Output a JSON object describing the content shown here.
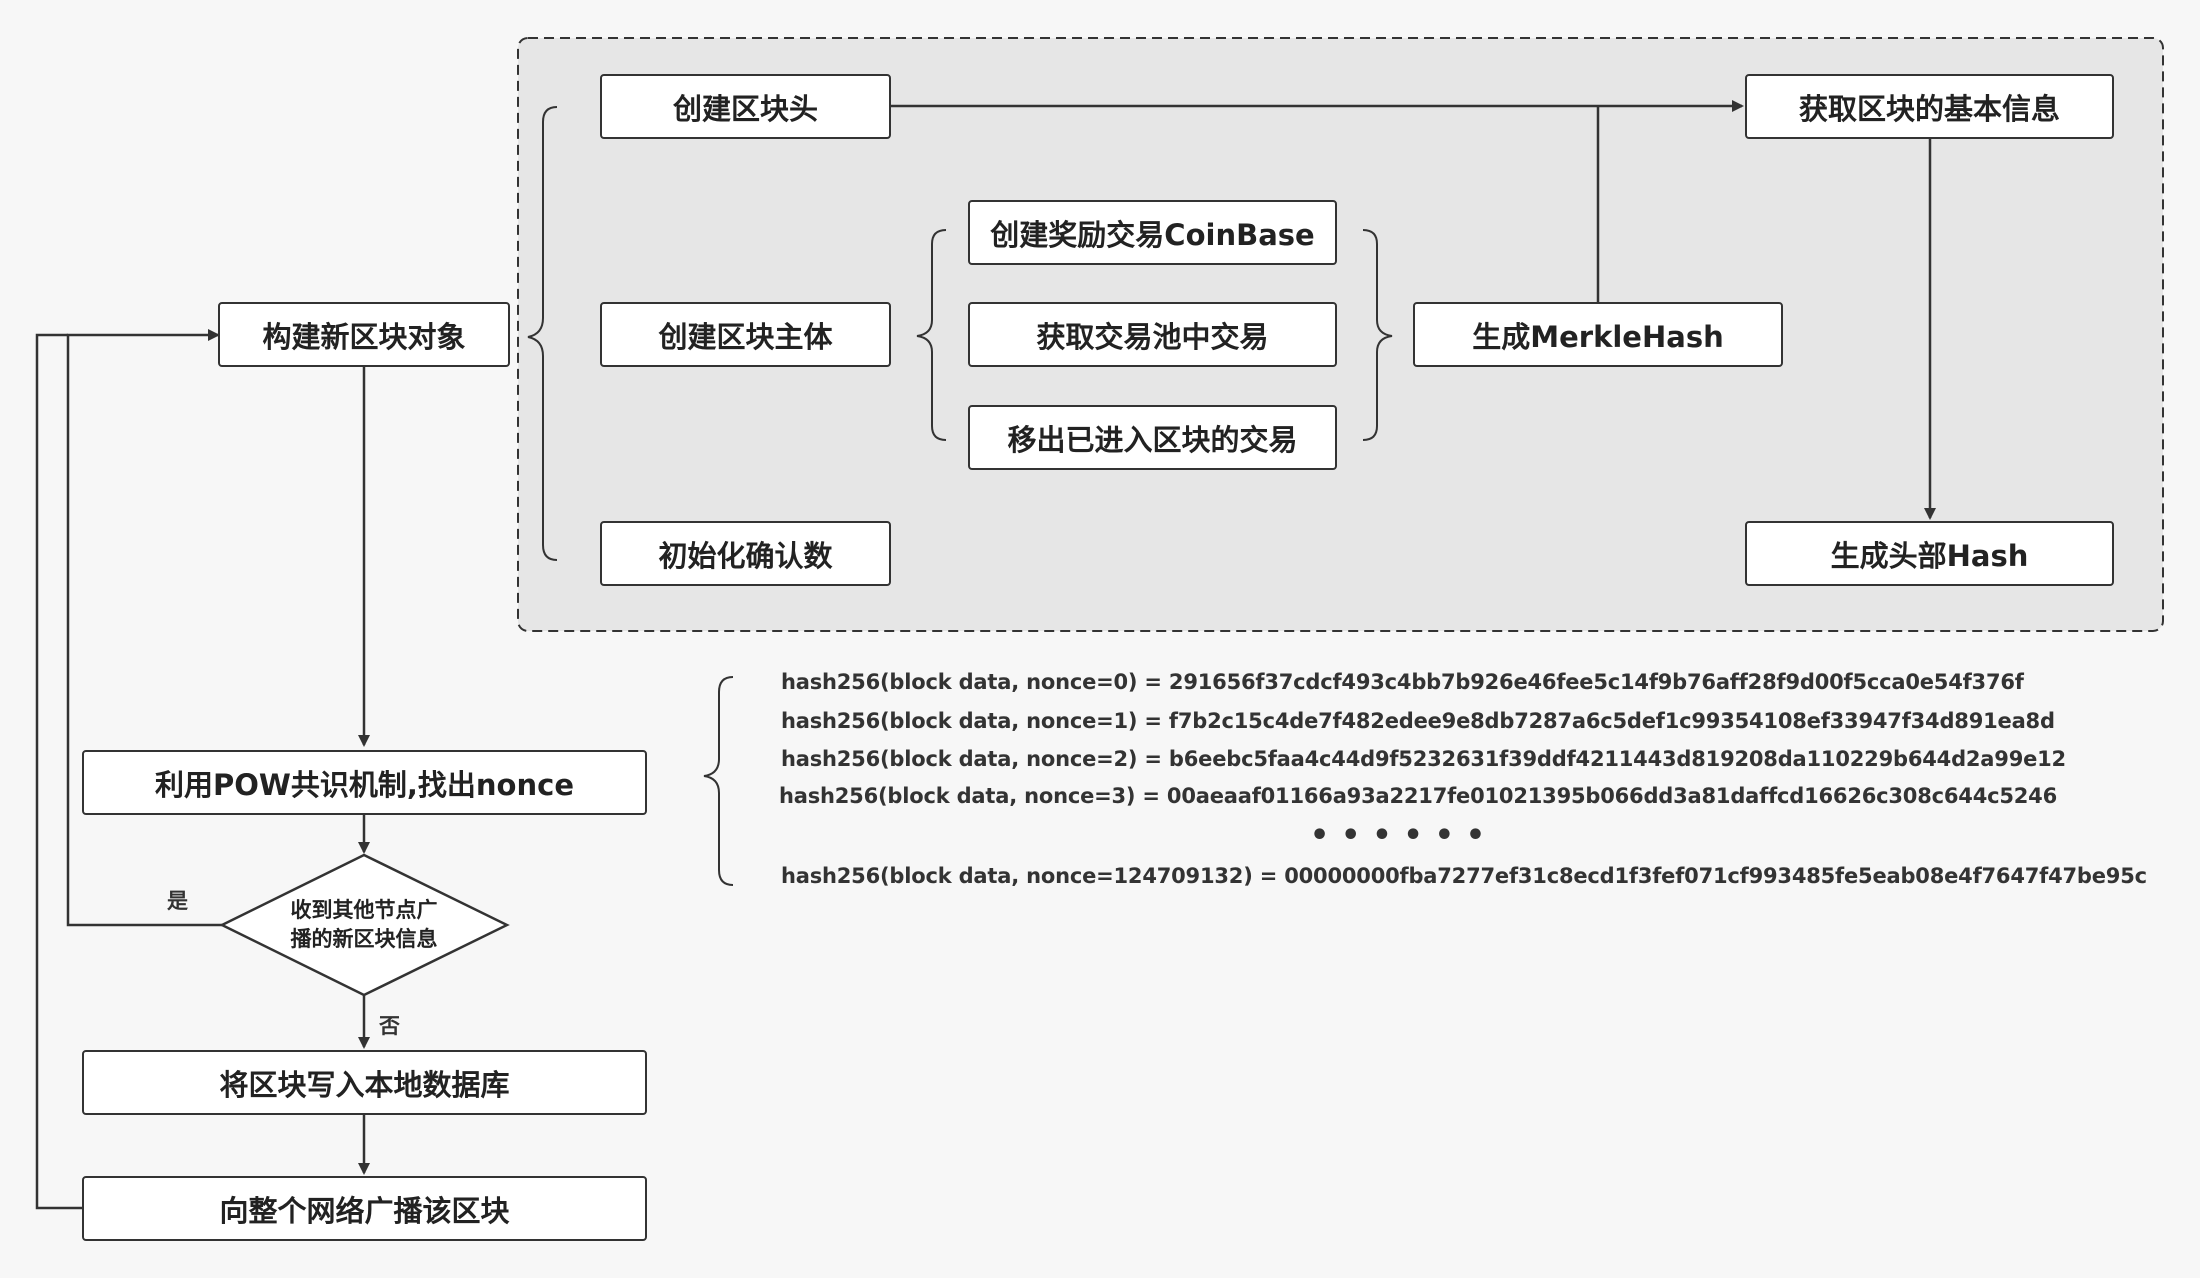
{
  "nodes": {
    "build_block_object": "构建新区块对象",
    "create_header": "创建区块头",
    "create_body": "创建区块主体",
    "init_confirmations": "初始化确认数",
    "create_coinbase": "创建奖励交易CoinBase",
    "get_pool_tx": "获取交易池中交易",
    "remove_included_tx": "移出已进入区块的交易",
    "gen_merkle_hash": "生成MerkleHash",
    "get_block_info": "获取区块的基本信息",
    "gen_header_hash": "生成头部Hash",
    "pow_find_nonce": "利用POW共识机制,找出nonce",
    "received_broadcast": "收到其他节点广\n播的新区块信息",
    "write_local_db": "将区块写入本地数据库",
    "broadcast_block": "向整个网络广播该区块"
  },
  "edge_labels": {
    "yes": "是",
    "no": "否"
  },
  "hash_examples": [
    "hash256(block data, nonce=0) = 291656f37cdcf493c4bb7b926e46fee5c14f9b76aff28f9d00f5cca0e54f376f",
    "hash256(block data, nonce=1) = f7b2c15c4de7f482edee9e8db7287a6c5def1c99354108ef33947f34d891ea8d",
    "hash256(block data, nonce=2) = b6eebc5faa4c44d9f5232631f39ddf4211443d819208da110229b644d2a99e12",
    "hash256(block data, nonce=3) = 00aeaaf01166a93a2217fe01021395b066dd3a81daffcd16626c308c644c5246"
  ],
  "ellipsis": "••••••",
  "final_hash": "hash256(block data, nonce=124709132) = 00000000fba7277ef31c8ecd1f3fef071cf993485fe5eab08e4f7647f47be95c",
  "colors": {
    "stroke": "#333333",
    "group_fill": "#e6e6e6",
    "node_fill": "#ffffff",
    "background": "#f7f7f7"
  }
}
